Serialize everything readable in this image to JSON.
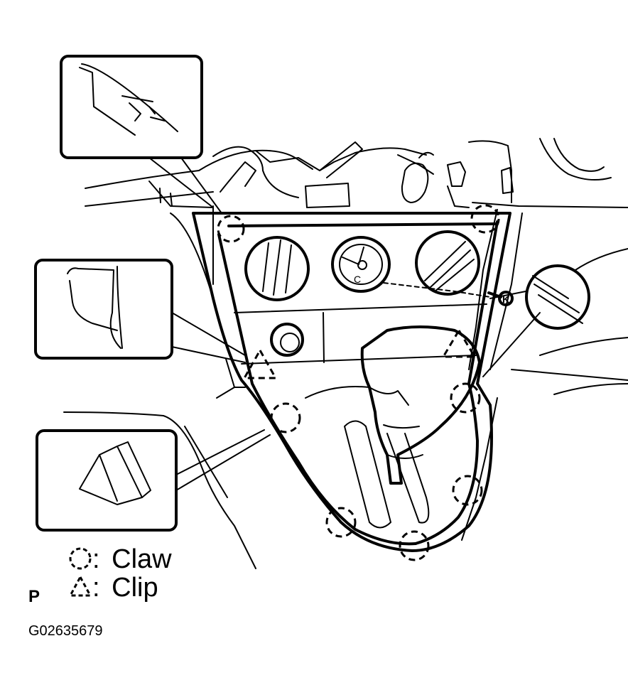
{
  "legend": {
    "claw_label": "Claw",
    "clip_label": "Clip",
    "separator": ":"
  },
  "page_letter": "P",
  "figure_code": "G02635679",
  "screw_mark": "K",
  "center_gauge_letter": "C"
}
